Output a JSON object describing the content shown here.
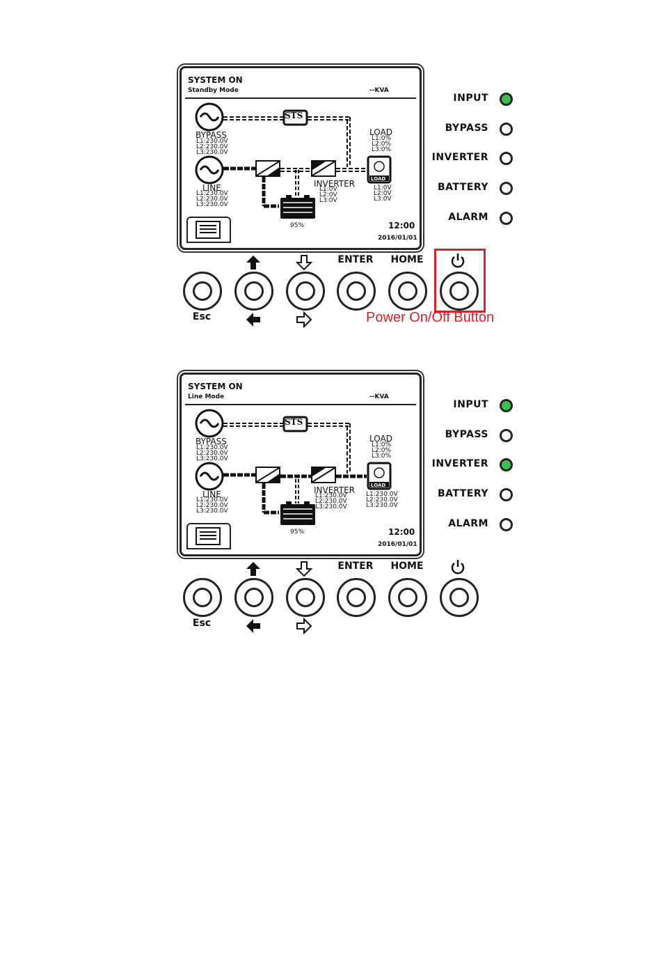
{
  "panels": [
    {
      "screen": {
        "title": "SYSTEM ON",
        "mode": "Standby Mode",
        "kva": "--KVA",
        "sts": "STS",
        "bypass": {
          "label": "BYPASS",
          "l1": "L1:230.0V",
          "l2": "L2:230.0V",
          "l3": "L3:230.0V"
        },
        "line": {
          "label": "LINE",
          "l1": "L1:230.0V",
          "l2": "L2:230.0V",
          "l3": "L3:230.0V"
        },
        "inverter": {
          "label": "INVERTER",
          "l1": "L1:0V",
          "l2": "L2:0V",
          "l3": "L3:0V"
        },
        "load": {
          "label": "LOAD",
          "p1": "L1:0%",
          "p2": "L2:0%",
          "p3": "L3:0%",
          "icon_label": "LOAD",
          "v1": "L1:0V",
          "v2": "L2:0V",
          "v3": "L3:0V"
        },
        "battery_pct": "95%",
        "time": "12:00",
        "date": "2016/01/01"
      },
      "leds": [
        {
          "label": "INPUT",
          "on": true
        },
        {
          "label": "BYPASS",
          "on": false
        },
        {
          "label": "INVERTER",
          "on": false
        },
        {
          "label": "BATTERY",
          "on": false
        },
        {
          "label": "ALARM",
          "on": false
        }
      ],
      "buttons": {
        "esc": "Esc",
        "enter": "ENTER",
        "home": "HOME"
      },
      "annotation": "Power On/Off Button"
    },
    {
      "screen": {
        "title": "SYSTEM ON",
        "mode": "Line Mode",
        "kva": "--KVA",
        "sts": "STS",
        "bypass": {
          "label": "BYPASS",
          "l1": "L1:230.0V",
          "l2": "L2:230.0V",
          "l3": "L3:230.0V"
        },
        "line": {
          "label": "LINE",
          "l1": "L1:230.0V",
          "l2": "L2:230.0V",
          "l3": "L3:230.0V"
        },
        "inverter": {
          "label": "INVERTER",
          "l1": "L1:230.0V",
          "l2": "L2:230.0V",
          "l3": "L3:230.0V"
        },
        "load": {
          "label": "LOAD",
          "p1": "L1:0%",
          "p2": "L2:0%",
          "p3": "L3:0%",
          "icon_label": "LOAD",
          "v1": "L1:230.0V",
          "v2": "L2:230.0V",
          "v3": "L3:230.0V"
        },
        "battery_pct": "95%",
        "time": "12:00",
        "date": "2016/01/01"
      },
      "leds": [
        {
          "label": "INPUT",
          "on": true
        },
        {
          "label": "BYPASS",
          "on": false
        },
        {
          "label": "INVERTER",
          "on": true
        },
        {
          "label": "BATTERY",
          "on": false
        },
        {
          "label": "ALARM",
          "on": false
        }
      ],
      "buttons": {
        "esc": "Esc",
        "enter": "ENTER",
        "home": "HOME"
      }
    }
  ],
  "colors": {
    "led_on": "#39c34a",
    "highlight": "#d8232a"
  }
}
